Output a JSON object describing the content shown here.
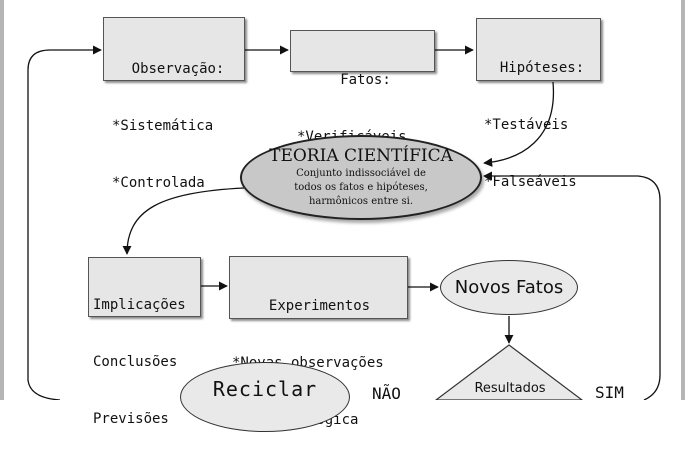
{
  "observacao": {
    "title": "Observação:",
    "items": [
      "*Sistemática",
      "*Controlada"
    ]
  },
  "fatos": {
    "title": "Fatos:",
    "items": [
      "*Verificáveis"
    ]
  },
  "hipoteses": {
    "title": "Hipóteses:",
    "items": [
      "*Testáveis",
      "*Falseáveis"
    ]
  },
  "teoria": {
    "title": "TEORIA CIENTÍFICA",
    "lines": [
      "Conjunto indissociável de",
      "todos os fatos e hipóteses,",
      "harmônicos entre si."
    ]
  },
  "implicacoes": {
    "items": [
      "Implicações",
      "Conclusões",
      "Previsões"
    ]
  },
  "experimentos": {
    "title": "Experimentos",
    "items": [
      "*Novas observações",
      "*Análise lógica"
    ]
  },
  "novos_fatos": {
    "label": "Novos Fatos"
  },
  "resultados": {
    "label": "Resultados"
  },
  "reciclar": {
    "label": "Reciclar"
  },
  "decision_labels": {
    "nao": "NÃO",
    "sim": "SIM"
  }
}
